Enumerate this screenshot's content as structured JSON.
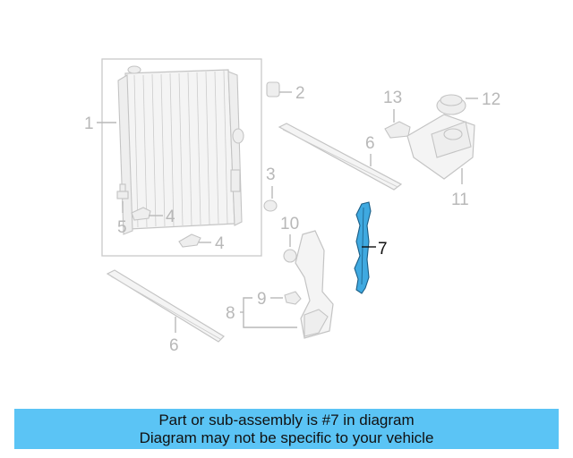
{
  "diagram": {
    "callouts": {
      "c1": "1",
      "c2": "2",
      "c3": "3",
      "c4a": "4",
      "c4b": "4",
      "c5": "5",
      "c6a": "6",
      "c6b": "6",
      "c7": "7",
      "c8": "8",
      "c9": "9",
      "c10": "10",
      "c11": "11",
      "c12": "12",
      "c13": "13"
    },
    "highlight_color": "#3fa9e0"
  },
  "banner": {
    "line1": "Part or sub-assembly is #7 in diagram",
    "line2": "Diagram may not be specific to your vehicle",
    "background": "#5bc4f5"
  }
}
